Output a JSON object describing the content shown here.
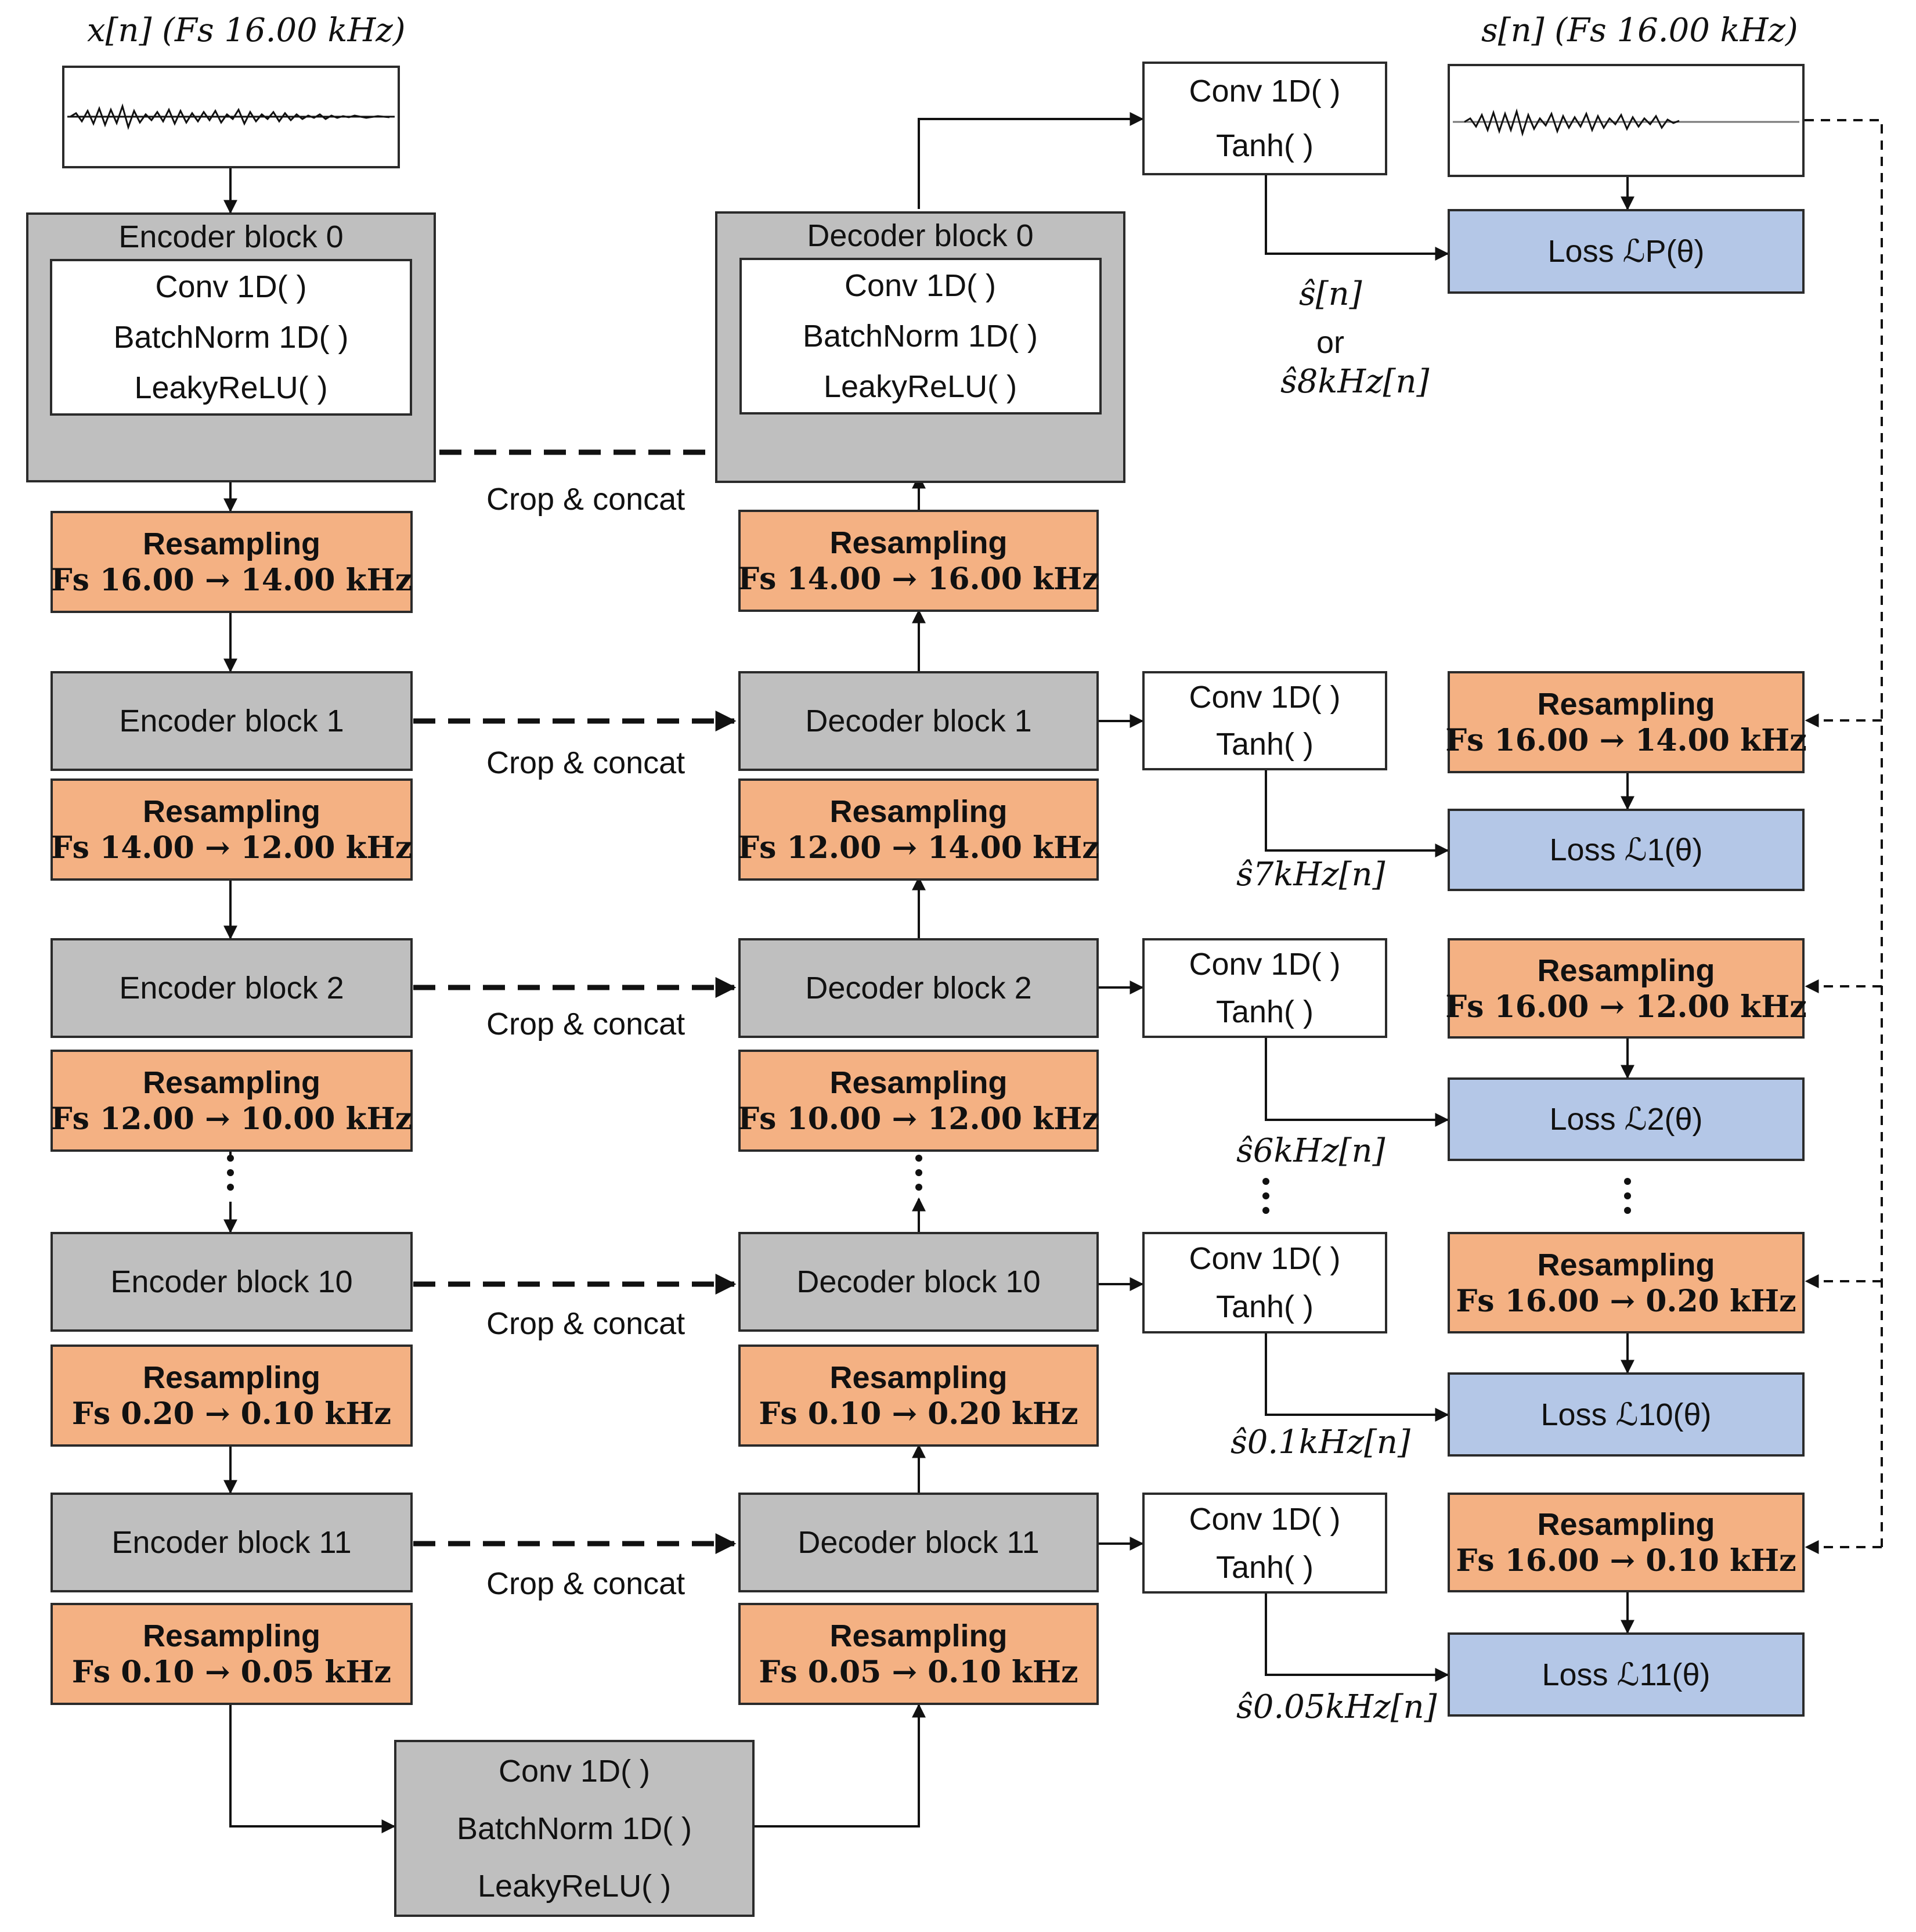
{
  "inputs": {
    "x_label": "x[n]  (Fs 16.00 kHz)",
    "s_label": "s[n]  (Fs 16.00 kHz)"
  },
  "encoder": {
    "block0": {
      "title": "Encoder block 0",
      "ops": [
        "Conv 1D( )",
        "BatchNorm 1D( )",
        "LeakyReLU( )"
      ]
    },
    "blocks": [
      "Encoder block 1",
      "Encoder block 2",
      "Encoder block 10",
      "Encoder block 11"
    ],
    "resampling": [
      {
        "title": "Resampling",
        "rate": "Fs 16.00 → 14.00 kHz"
      },
      {
        "title": "Resampling",
        "rate": "Fs 14.00 → 12.00 kHz"
      },
      {
        "title": "Resampling",
        "rate": "Fs 12.00 → 10.00 kHz"
      },
      {
        "title": "Resampling",
        "rate": "Fs 0.20 → 0.10 kHz"
      },
      {
        "title": "Resampling",
        "rate": "Fs 0.10 → 0.05 kHz"
      }
    ]
  },
  "decoder": {
    "block0": {
      "title": "Decoder block 0",
      "ops": [
        "Conv 1D( )",
        "BatchNorm 1D( )",
        "LeakyReLU( )"
      ]
    },
    "blocks": [
      "Decoder block 1",
      "Decoder block 2",
      "Decoder block 10",
      "Decoder block 11"
    ],
    "resampling": [
      {
        "title": "Resampling",
        "rate": "Fs 14.00 → 16.00 kHz"
      },
      {
        "title": "Resampling",
        "rate": "Fs 12.00 → 14.00 kHz"
      },
      {
        "title": "Resampling",
        "rate": "Fs 10.00 → 12.00 kHz"
      },
      {
        "title": "Resampling",
        "rate": "Fs 0.10 → 0.20 kHz"
      },
      {
        "title": "Resampling",
        "rate": "Fs 0.05 → 0.10 kHz"
      }
    ]
  },
  "bottleneck": {
    "ops": [
      "Conv 1D( )",
      "BatchNorm 1D( )",
      "LeakyReLU( )"
    ]
  },
  "skip_label": "Crop & concat",
  "heads": {
    "conv": "Conv 1D( )",
    "act": "Tanh( )"
  },
  "outputs": {
    "main_top": "ŝ[n]",
    "main_or": "or",
    "main_bottom": "ŝ8kHz[n]",
    "branches": [
      "ŝ7kHz[n]",
      "ŝ6kHz[n]",
      "ŝ0.1kHz[n]",
      "ŝ0.05kHz[n]"
    ]
  },
  "target_resampling": [
    {
      "title": "Resampling",
      "rate": "Fs 16.00 → 14.00 kHz"
    },
    {
      "title": "Resampling",
      "rate": "Fs 16.00 → 12.00 kHz"
    },
    {
      "title": "Resampling",
      "rate": "Fs 16.00 → 0.20 kHz"
    },
    {
      "title": "Resampling",
      "rate": "Fs 16.00 → 0.10 kHz"
    }
  ],
  "losses": [
    "Loss ℒP(θ)",
    "Loss ℒ1(θ)",
    "Loss ℒ2(θ)",
    "Loss ℒ10(θ)",
    "Loss ℒ11(θ)"
  ],
  "colors": {
    "encoder_decoder_block": "#bfbfbf",
    "resampling": "#f4b183",
    "loss": "#b4c7e7",
    "head": "#ffffff"
  }
}
